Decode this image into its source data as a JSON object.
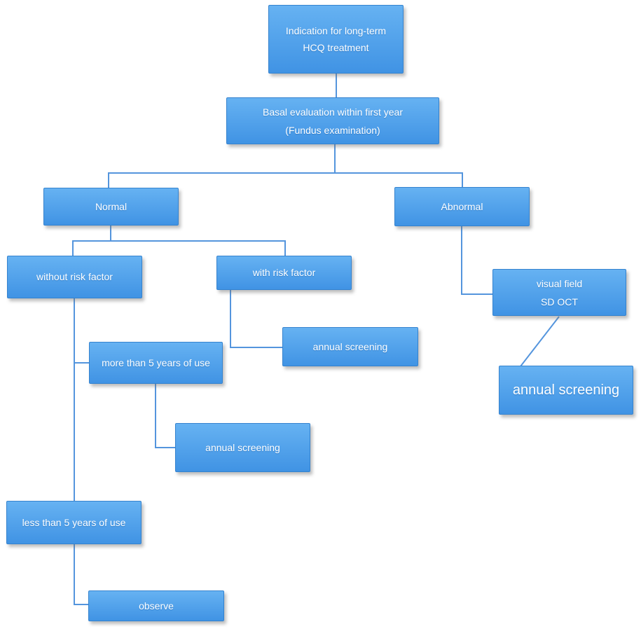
{
  "diagram": {
    "description": "Flowchart for retinopathy screening in long-term HCQ treatment",
    "colors": {
      "node_fill_top": "#66b2f2",
      "node_fill_bottom": "#4093e4",
      "node_border": "#3583cf",
      "connector": "#5495dd",
      "node_text": "#ffffff",
      "background": "#ffffff"
    },
    "nodes": {
      "indication": {
        "lines": [
          "Indication for long-term",
          "HCQ treatment"
        ]
      },
      "basal": {
        "lines": [
          "Basal evaluation within first year",
          "(Fundus examination)"
        ]
      },
      "normal": {
        "label": "Normal"
      },
      "abnormal": {
        "label": "Abnormal"
      },
      "without_risk": {
        "label": "without risk factor"
      },
      "with_risk": {
        "label": "with risk factor"
      },
      "annual_screening_with_risk": {
        "label": "annual screening"
      },
      "more_than_5_years": {
        "label": "more than 5 years of use"
      },
      "annual_screening_more_than_5": {
        "label": "annual screening"
      },
      "less_than_5_years": {
        "label": "less than 5 years of use"
      },
      "observe": {
        "label": "observe"
      },
      "visual_field": {
        "lines": [
          "visual field",
          "SD OCT"
        ]
      },
      "annual_screening_abnormal": {
        "label": "annual screening"
      }
    }
  }
}
